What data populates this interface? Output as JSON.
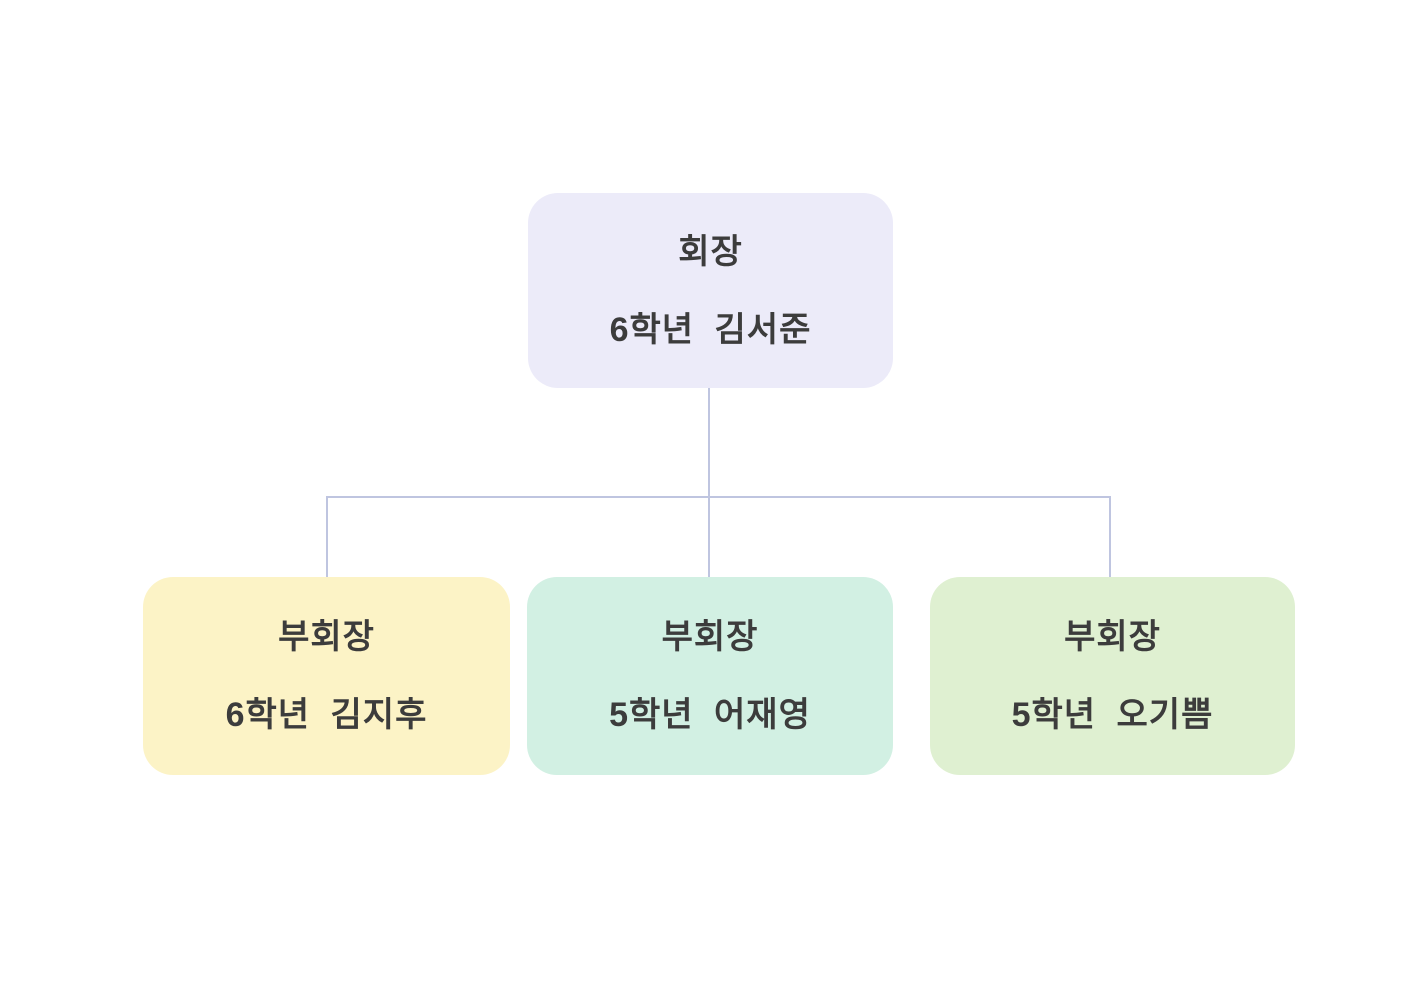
{
  "org_chart": {
    "root": {
      "title": "회장",
      "subtitle": "6학년 김서준",
      "bg_color": "#ECEBF9"
    },
    "children": [
      {
        "title": "부회장",
        "subtitle": "6학년 김지후",
        "bg_color": "#FCF3C6"
      },
      {
        "title": "부회장",
        "subtitle": "5학년 어재영",
        "bg_color": "#D2F0E3"
      },
      {
        "title": "부회장",
        "subtitle": "5학년 오기쁨",
        "bg_color": "#DFF0D1"
      }
    ],
    "colors": {
      "connector": "#BFC5E0",
      "text": "#3C3C3C",
      "background": "#FFFFFF"
    }
  }
}
